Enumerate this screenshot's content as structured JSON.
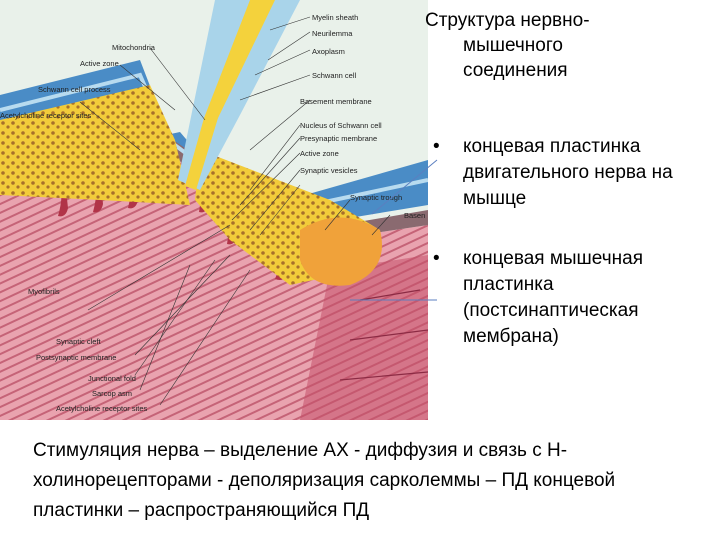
{
  "title": {
    "line1": "Структура нервно-",
    "line2": "мышечного",
    "line3": "соединения"
  },
  "bullets": [
    {
      "marker": "•",
      "text": "концевая пластинка двигательного нерва на мышце"
    },
    {
      "marker": "•",
      "text": "концевая мышечная пластинка (постсинаптическая мембрана)"
    }
  ],
  "caption": "Стимуляция нерва – выделение АХ - диффузия и связь с Н-холинорецепторами - деполяризация сарколеммы – ПД концевой пластинки – распространяющийся ПД",
  "figure": {
    "labels": {
      "myelin_sheath": "Myelin sheath",
      "mitochondria": "Mitochondria",
      "neurilemma": "Neurilemma",
      "active_zone_top": "Active zone",
      "axoplasm": "Axoplasm",
      "schwann_cell_process": "Schwann cell process",
      "schwann_cell": "Schwann cell",
      "ach_receptor_sites_top": "Acetylcholine receptor sites",
      "basement_membrane": "Basement membrane",
      "nucleus_schwann": "Nucleus of Schwann cell",
      "presynaptic_membrane": "Presynaptic membrane",
      "active_zone": "Active zone",
      "synaptic_vesicles": "Synaptic vesicles",
      "synaptic_trough": "Synaptic trough",
      "basen": "Basen",
      "myofibrils": "Myofibrils",
      "synaptic_cleft": "Synaptic cleft",
      "postsynaptic_membrane": "Postsynaptic membrane",
      "junctional_fold": "Junctional fold",
      "sarcoplasm": "Sarcop asm",
      "ach_receptor_sites_bottom": "Acetylcholine receptor sites"
    },
    "colors": {
      "axon": "#f4d23c",
      "myelin": "#a9d4ea",
      "schwann": "#4b8fc9",
      "muscle": "#e8a0ac",
      "muscle_dark": "#b4475c",
      "vesicle": "#b07a2a",
      "background": "#e9f1ea"
    }
  }
}
